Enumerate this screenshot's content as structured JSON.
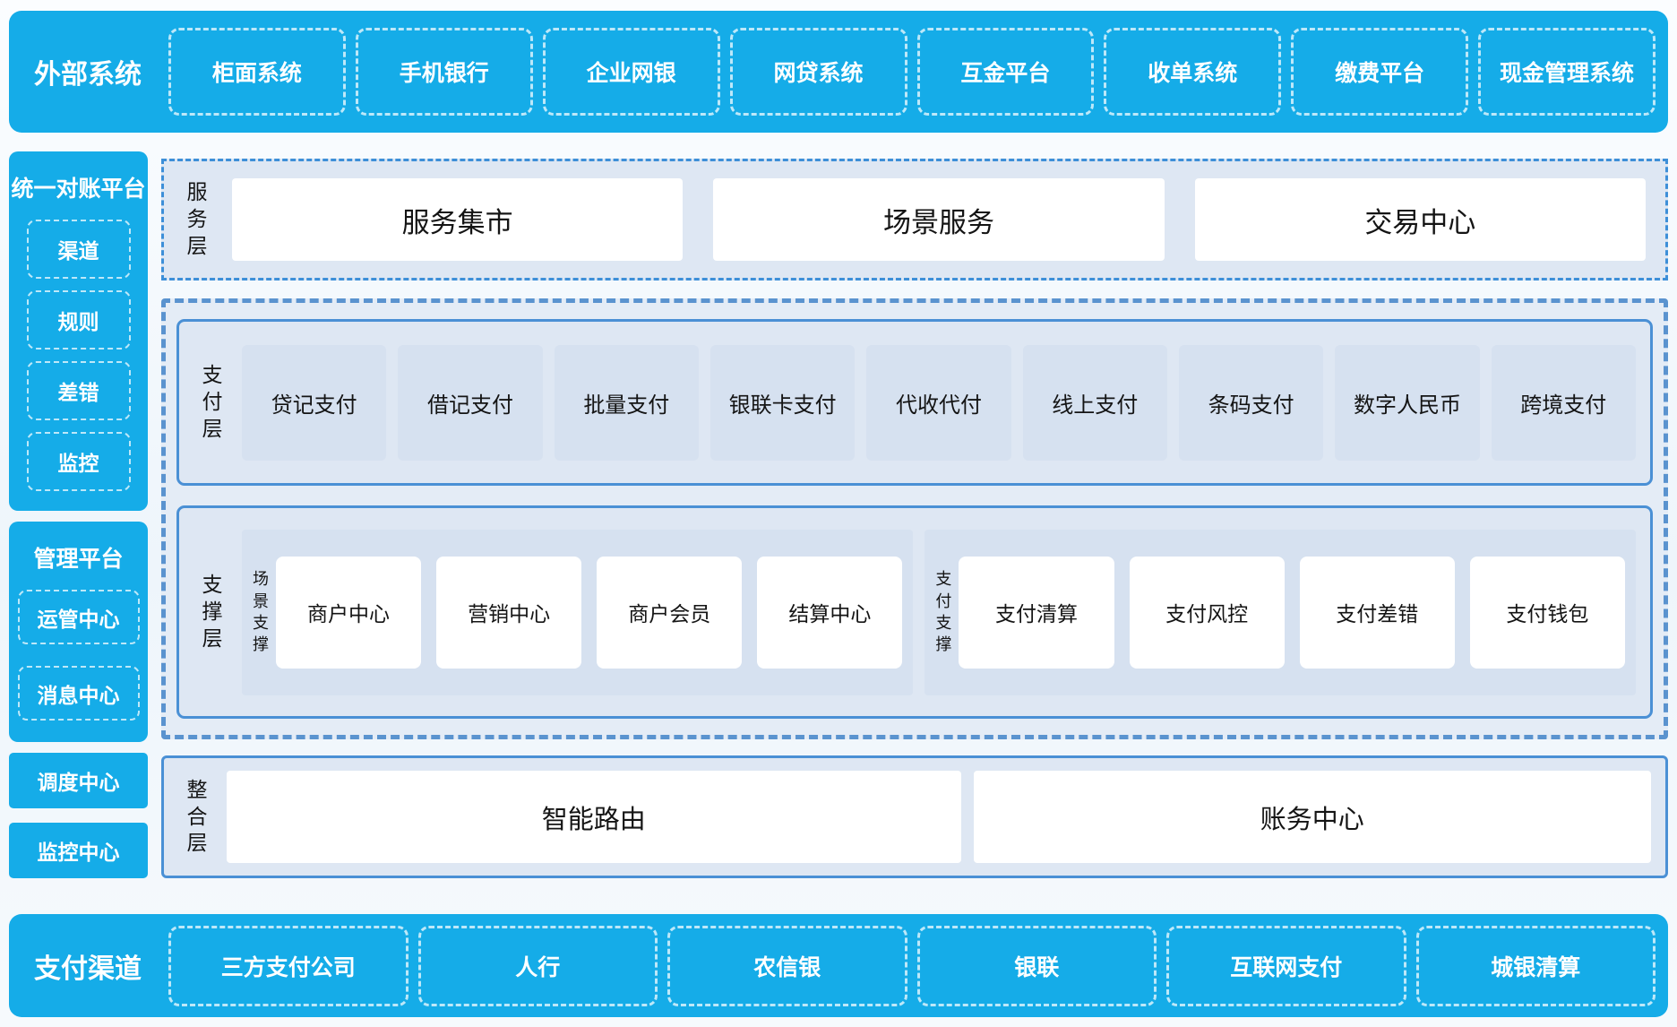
{
  "colors": {
    "accent_blue": "#15ACE8",
    "panel_bg": "#DEE7F3",
    "tile_bg": "#D6E1F0",
    "solid_border": "#4A90D5",
    "dashdot_border": "#3D8FD8",
    "wrapper_border": "#5A93CF",
    "ink": "#141414"
  },
  "external": {
    "title": "外部系统",
    "items": [
      "柜面系统",
      "手机银行",
      "企业网银",
      "网贷系统",
      "互金平台",
      "收单系统",
      "缴费平台",
      "现金管理系统"
    ]
  },
  "sidebar": {
    "reconciliation": {
      "title": "统一对账平台",
      "items": [
        "渠道",
        "规则",
        "差错",
        "监控"
      ]
    },
    "management": {
      "title": "管理平台",
      "items": [
        "运管中心",
        "消息中心"
      ]
    },
    "standalone": [
      "调度中心",
      "监控中心"
    ]
  },
  "service": {
    "label": "服务层",
    "items": [
      "服务集市",
      "场景服务",
      "交易中心"
    ]
  },
  "payment": {
    "label": "支付层",
    "items": [
      "贷记支付",
      "借记支付",
      "批量支付",
      "银联卡支付",
      "代收代付",
      "线上支付",
      "条码支付",
      "数字人民币",
      "跨境支付"
    ]
  },
  "support": {
    "label": "支撑层",
    "groups": [
      {
        "label": "场景支撑",
        "items": [
          "商户中心",
          "营销中心",
          "商户会员",
          "结算中心"
        ]
      },
      {
        "label": "支付支撑",
        "items": [
          "支付清算",
          "支付风控",
          "支付差错",
          "支付钱包"
        ]
      }
    ]
  },
  "integration": {
    "label": "整合层",
    "items": [
      "智能路由",
      "账务中心"
    ]
  },
  "channels": {
    "title": "支付渠道",
    "items": [
      "三方支付公司",
      "人行",
      "农信银",
      "银联",
      "互联网支付",
      "城银清算"
    ]
  }
}
